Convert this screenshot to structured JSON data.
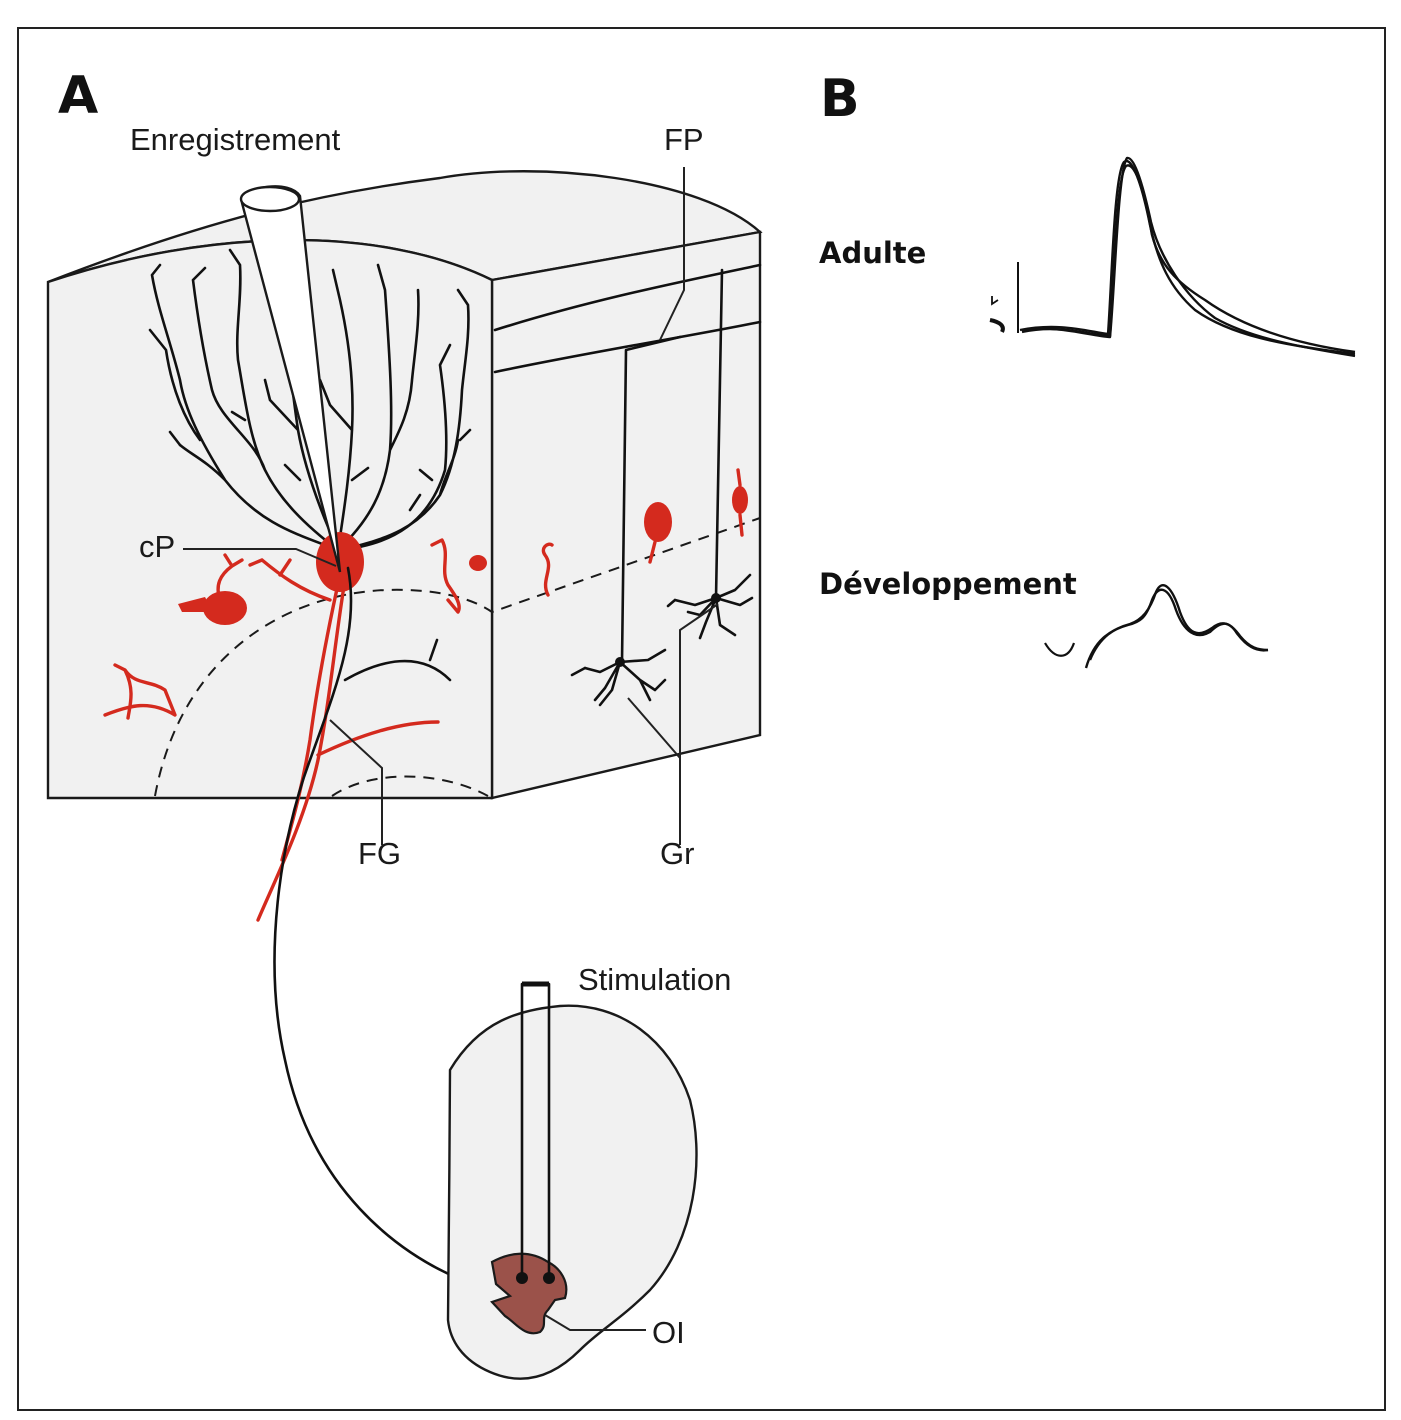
{
  "panels": {
    "a": "A",
    "b": "B"
  },
  "labels": {
    "recording": "Enregistrement",
    "parallel_fiber": "FP",
    "purkinje_cell": "cP",
    "climbing_fiber": "FG",
    "granule_cells": "Gr",
    "stimulation": "Stimulation",
    "inferior_olive": "OI"
  },
  "traces": {
    "adult": "Adulte",
    "development": "Développement"
  },
  "colors": {
    "neuron_red": "#d42a1e",
    "olive_brown": "#9b524a",
    "tissue": "#f1f1f1"
  }
}
